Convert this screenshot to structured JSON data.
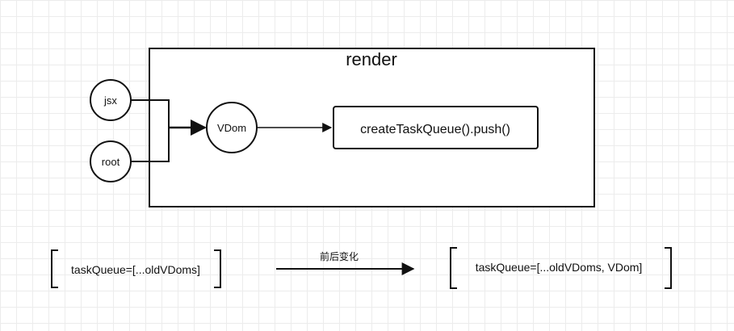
{
  "render_box": {
    "title": "render"
  },
  "nodes": {
    "jsx": "jsx",
    "root": "root",
    "vdom": "VDom",
    "create_task_queue": "createTaskQueue().push()"
  },
  "bottom": {
    "before": "taskQueue=[...oldVDoms]",
    "transition": "前后变化",
    "after": "taskQueue=[...oldVDoms, VDom]"
  },
  "colors": {
    "stroke": "#111111",
    "grid": "#ececec",
    "background": "#ffffff"
  }
}
